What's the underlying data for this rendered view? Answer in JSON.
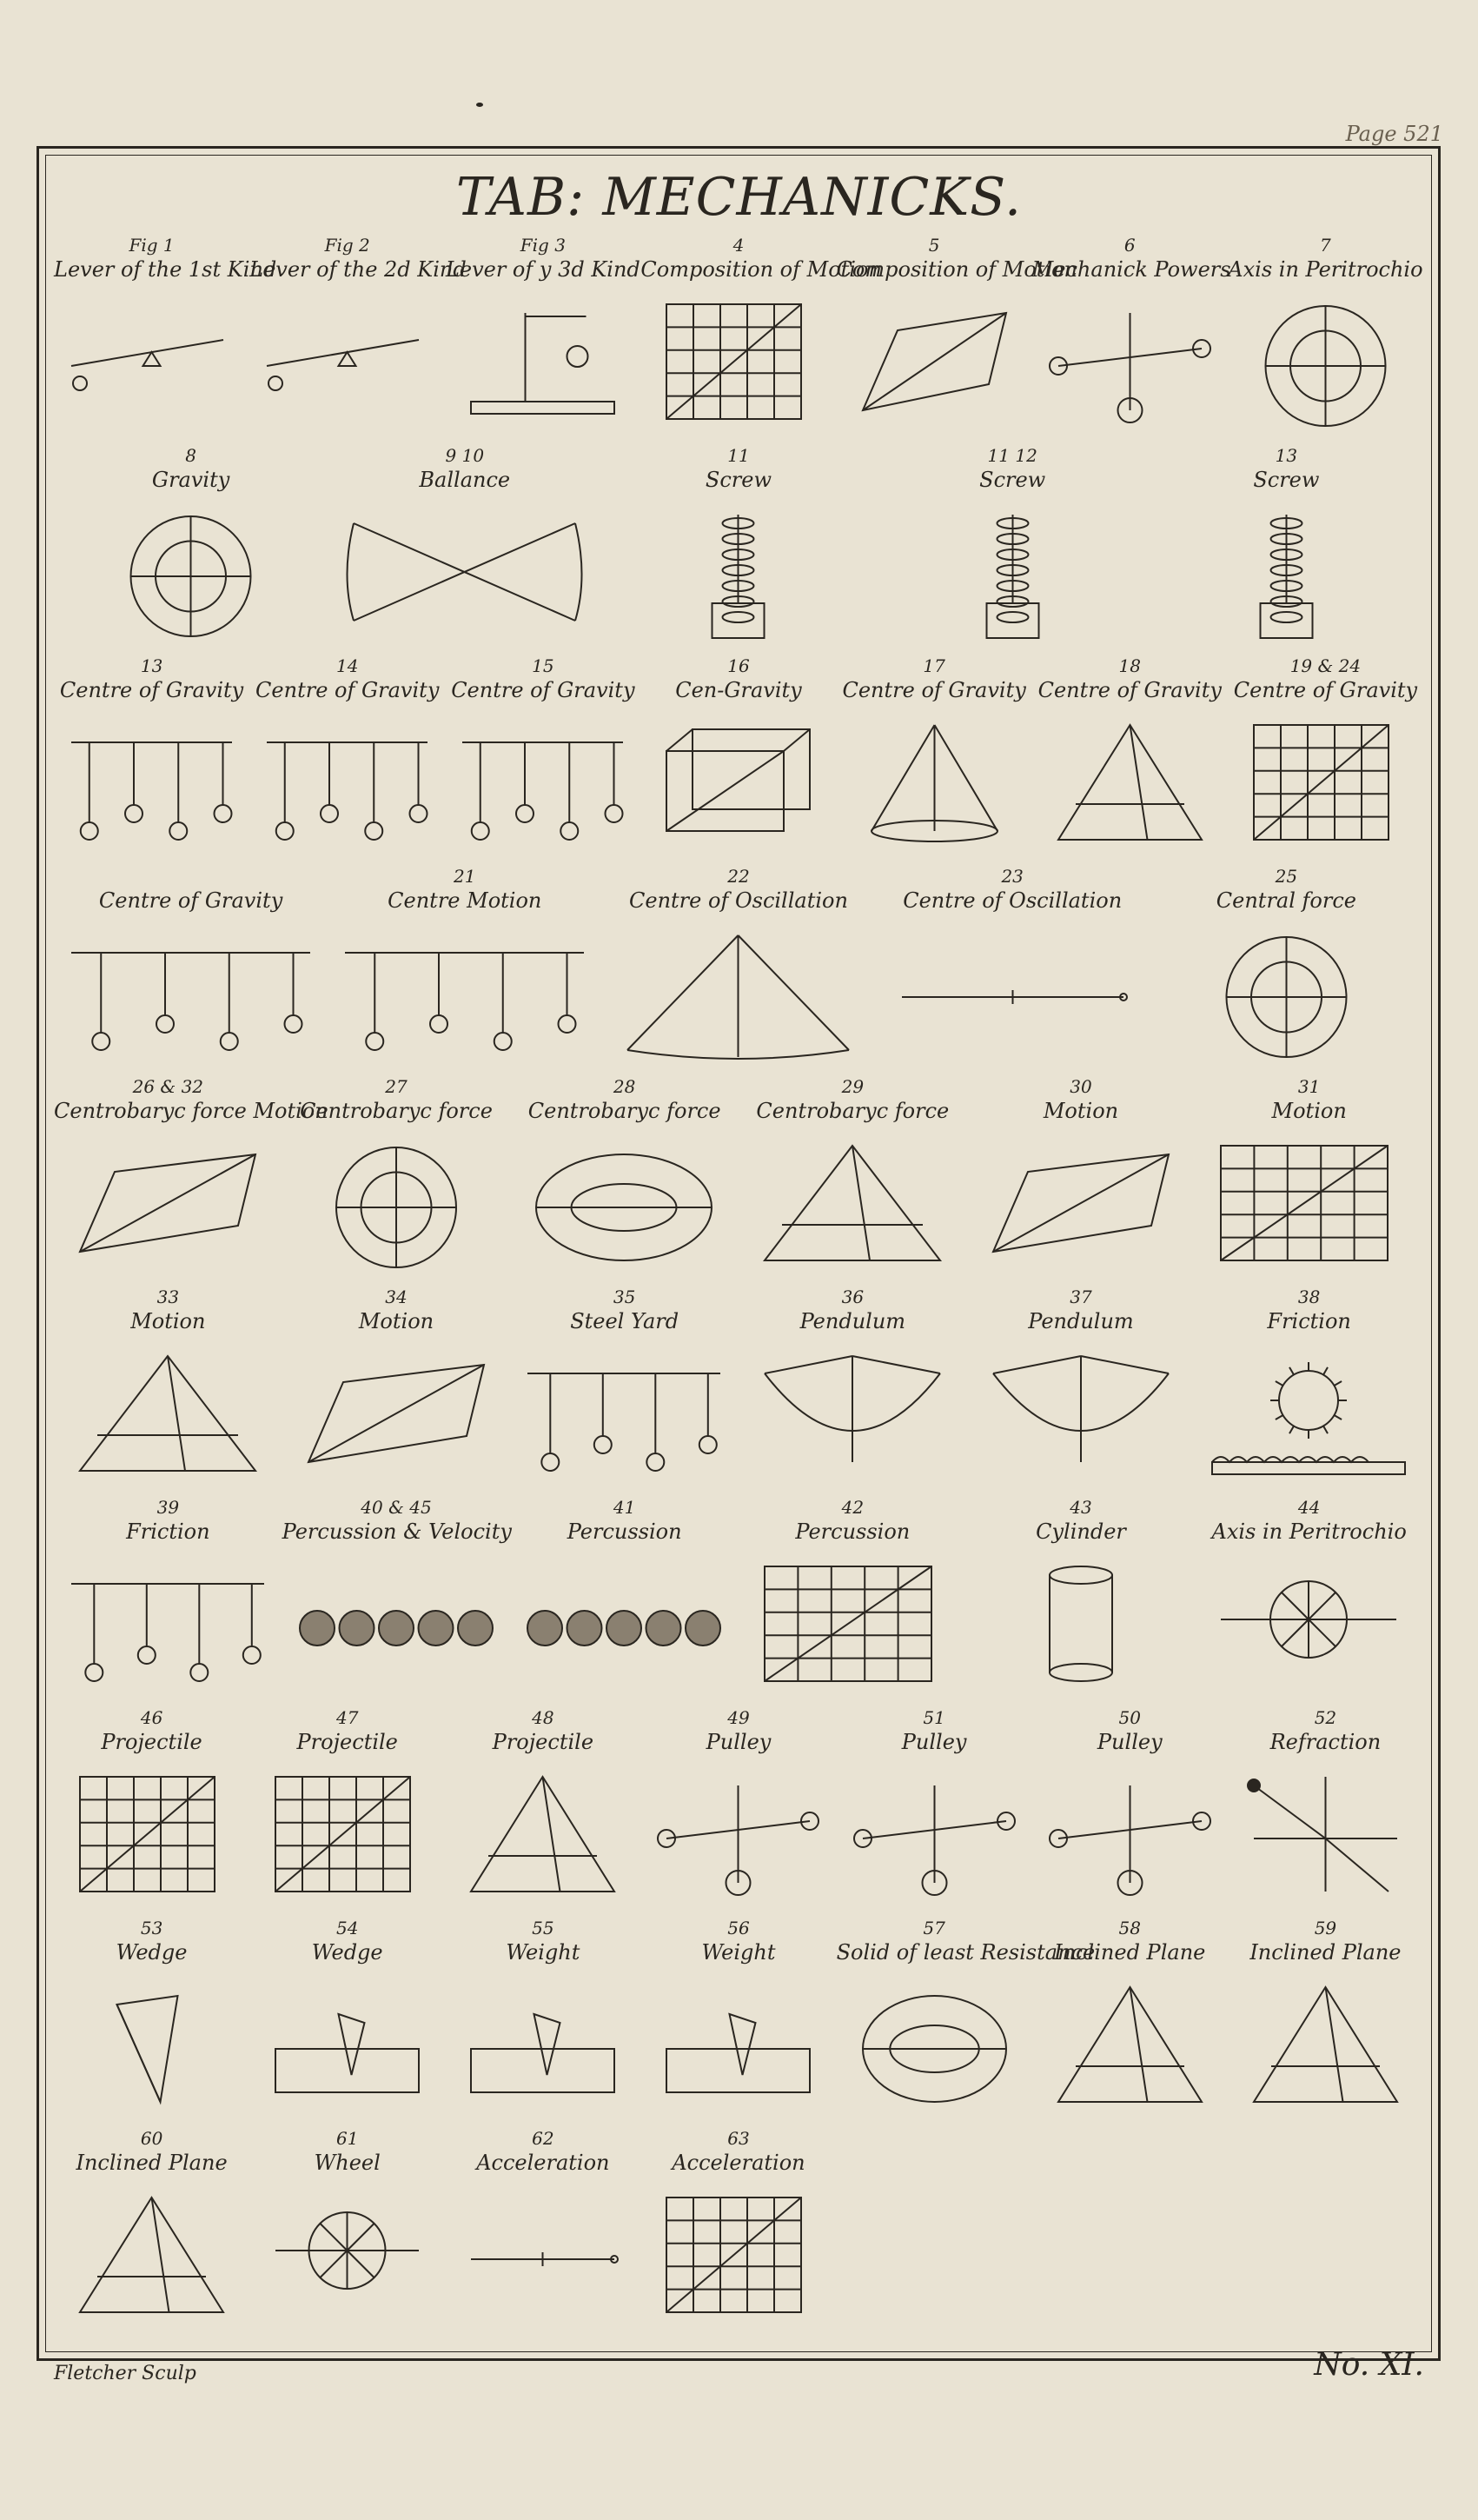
{
  "page_number": "Page 521",
  "title": "TAB: MECHANICKS.",
  "engraver": "Fletcher Sculp",
  "plate_number": "No. XI.",
  "figures": [
    {
      "num": "Fig 1",
      "caption": "Lever of the 1st Kind"
    },
    {
      "num": "Fig 2",
      "caption": "Lever of the 2d Kind"
    },
    {
      "num": "Fig 3",
      "caption": "Lever of y 3d Kind"
    },
    {
      "num": "4",
      "caption": "Composition of Motion"
    },
    {
      "num": "5",
      "caption": "Composition of Motion"
    },
    {
      "num": "6",
      "caption": "Mechanick Powers"
    },
    {
      "num": "7",
      "caption": "Axis in Peritrochio"
    },
    {
      "num": "8",
      "caption": "Gravity"
    },
    {
      "num": "9 10",
      "caption": "Ballance"
    },
    {
      "num": "11",
      "caption": "Screw"
    },
    {
      "num": "11 12",
      "caption": "Screw"
    },
    {
      "num": "13",
      "caption": "Screw"
    },
    {
      "num": "13",
      "caption": "Centre of Gravity"
    },
    {
      "num": "14",
      "caption": "Centre of Gravity"
    },
    {
      "num": "15",
      "caption": "Centre of Gravity"
    },
    {
      "num": "16",
      "caption": "Cen-Gravity"
    },
    {
      "num": "17",
      "caption": "Centre of Gravity"
    },
    {
      "num": "18",
      "caption": "Centre of Gravity"
    },
    {
      "num": "19 & 24",
      "caption": "Centre of Gravity"
    },
    {
      "num": "",
      "caption": "Centre of Gravity"
    },
    {
      "num": "21",
      "caption": "Centre Motion"
    },
    {
      "num": "22",
      "caption": "Centre of Oscillation"
    },
    {
      "num": "23",
      "caption": "Centre of Oscillation"
    },
    {
      "num": "25",
      "caption": "Central force"
    },
    {
      "num": "26 & 32",
      "caption": "Centrobaryc force Motion"
    },
    {
      "num": "27",
      "caption": "Centrobaryc force"
    },
    {
      "num": "28",
      "caption": "Centrobaryc force"
    },
    {
      "num": "29",
      "caption": "Centrobaryc force"
    },
    {
      "num": "30",
      "caption": "Motion"
    },
    {
      "num": "31",
      "caption": "Motion"
    },
    {
      "num": "33",
      "caption": "Motion"
    },
    {
      "num": "34",
      "caption": "Motion"
    },
    {
      "num": "35",
      "caption": "Steel Yard"
    },
    {
      "num": "36",
      "caption": "Pendulum"
    },
    {
      "num": "37",
      "caption": "Pendulum"
    },
    {
      "num": "38",
      "caption": "Friction"
    },
    {
      "num": "39",
      "caption": "Friction"
    },
    {
      "num": "40 & 45",
      "caption": "Percussion & Velocity"
    },
    {
      "num": "41",
      "caption": "Percussion"
    },
    {
      "num": "42",
      "caption": "Percussion"
    },
    {
      "num": "43",
      "caption": "Cylinder"
    },
    {
      "num": "44",
      "caption": "Axis in Peritrochio"
    },
    {
      "num": "46",
      "caption": "Projectile"
    },
    {
      "num": "47",
      "caption": "Projectile"
    },
    {
      "num": "48",
      "caption": "Projectile"
    },
    {
      "num": "49",
      "caption": "Pulley"
    },
    {
      "num": "51",
      "caption": "Pulley"
    },
    {
      "num": "50",
      "caption": "Pulley"
    },
    {
      "num": "52",
      "caption": "Refraction"
    },
    {
      "num": "53",
      "caption": "Wedge"
    },
    {
      "num": "54",
      "caption": "Wedge"
    },
    {
      "num": "55",
      "caption": "Weight"
    },
    {
      "num": "56",
      "caption": "Weight"
    },
    {
      "num": "57",
      "caption": "Solid of least Resistance"
    },
    {
      "num": "58",
      "caption": "Inclined Plane"
    },
    {
      "num": "59",
      "caption": "Inclined Plane"
    },
    {
      "num": "60",
      "caption": "Inclined Plane"
    },
    {
      "num": "61",
      "caption": "Wheel"
    },
    {
      "num": "62",
      "caption": "Acceleration"
    },
    {
      "num": "63",
      "caption": "Acceleration"
    }
  ]
}
